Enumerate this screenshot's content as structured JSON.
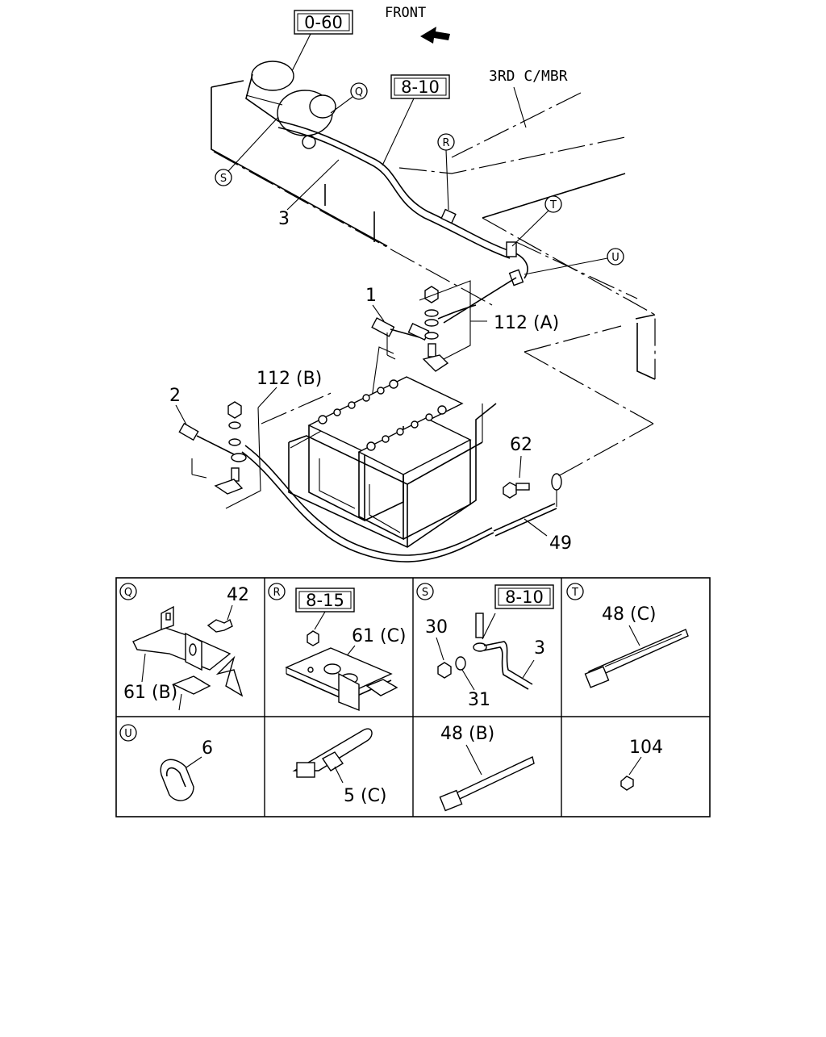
{
  "main": {
    "front_label": "FRONT",
    "member_label": "3RD C/MBR",
    "ref_boxes": {
      "r060": "0-60",
      "r810": "8-10"
    },
    "detail_markers": {
      "q": "Q",
      "r": "R",
      "s": "S",
      "t": "T",
      "u": "U"
    },
    "part_labels": {
      "p3": "3",
      "p1": "1",
      "p112a": "112 (A)",
      "p2": "2",
      "p112b": "112 (B)",
      "p62": "62",
      "p49": "49"
    }
  },
  "details": {
    "panel_q": {
      "marker": "Q",
      "labels": [
        "42",
        "61 (B)"
      ]
    },
    "panel_r": {
      "marker": "R",
      "ref_box": "8-15",
      "labels": [
        "61 (C)"
      ]
    },
    "panel_s": {
      "marker": "S",
      "ref_box": "8-10",
      "labels": [
        "30",
        "3",
        "31"
      ]
    },
    "panel_t": {
      "marker": "T",
      "labels": [
        "48 (C)"
      ]
    },
    "panel_u": {
      "marker": "U",
      "labels": [
        "6"
      ]
    },
    "panel_clip": {
      "labels": [
        "5 (C)"
      ]
    },
    "panel_tie": {
      "labels": [
        "48 (B)"
      ]
    },
    "panel_nut": {
      "labels": [
        "104"
      ]
    }
  },
  "icons": [
    "front-arrow-icon"
  ]
}
